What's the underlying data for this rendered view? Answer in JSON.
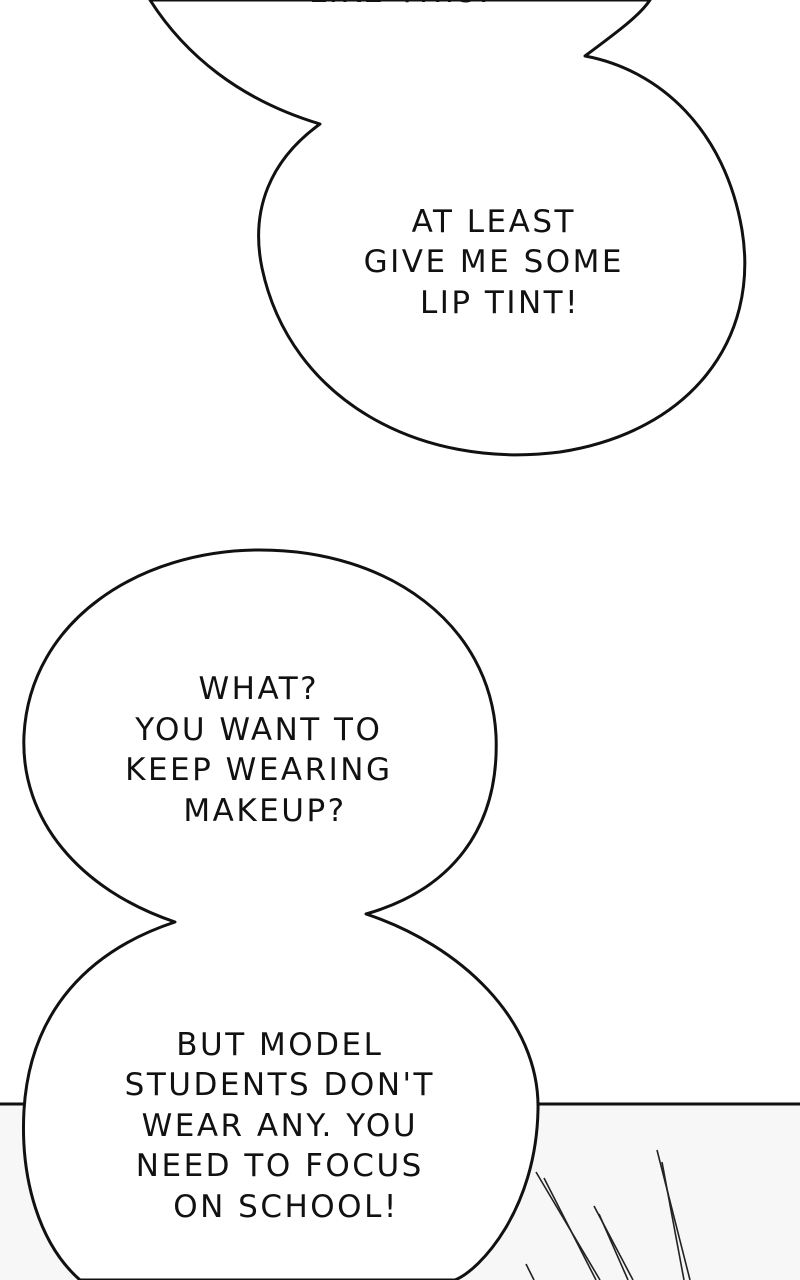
{
  "page": {
    "background": "#ffffff",
    "ink_color": "#111111",
    "panel_floor_color": "#f7f7f7"
  },
  "bubbles": [
    {
      "id": "top-cut",
      "lines": [
        "LIKE THIS."
      ]
    },
    {
      "id": "lip-tint",
      "lines": [
        "AT LEAST",
        "GIVE ME SOME",
        "LIP TINT!"
      ]
    },
    {
      "id": "what",
      "lines": [
        "WHAT?",
        "YOU WANT TO",
        "KEEP WEARING",
        "MAKEUP?"
      ]
    },
    {
      "id": "model-students",
      "lines": [
        "BUT MODEL",
        "STUDENTS DON'T",
        "WEAR ANY. YOU",
        "NEED TO FOCUS",
        "ON SCHOOL!"
      ]
    }
  ]
}
